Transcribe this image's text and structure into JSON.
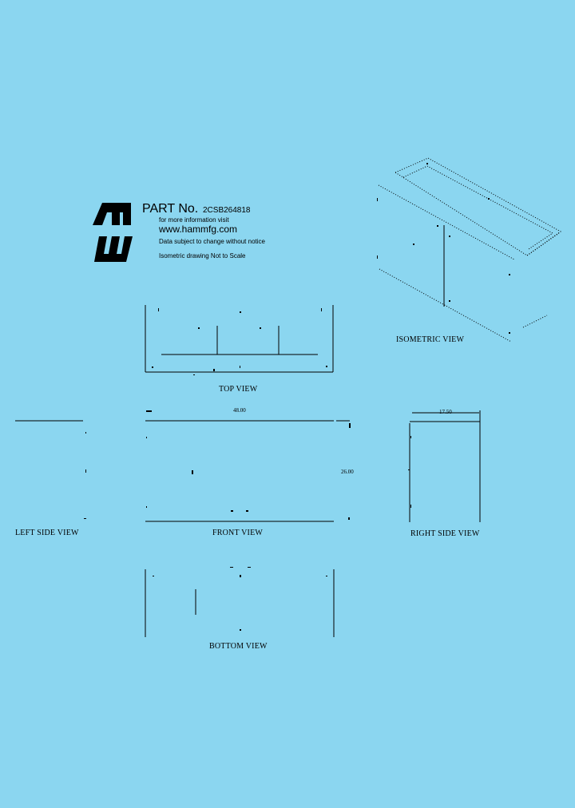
{
  "header": {
    "logo": "hammond-logo-icon",
    "part_label": "PART No.",
    "part_number": "2CSB264818",
    "info_line": "for more information visit",
    "website": "www.hammfg.com",
    "notice": "Data subject to change without notice",
    "iso_note": "Isometric drawing Not to Scale"
  },
  "views": {
    "isometric": "ISOMETRIC VIEW",
    "top": "TOP VIEW",
    "front": "FRONT VIEW",
    "left_side": "LEFT SIDE VIEW",
    "right_side": "RIGHT SIDE VIEW",
    "bottom": "BOTTOM VIEW"
  },
  "dimensions": {
    "width": "48.00",
    "height": "26.00",
    "depth": "17.50"
  },
  "colors": {
    "background": "#8bd6f0",
    "line": "#000000"
  }
}
